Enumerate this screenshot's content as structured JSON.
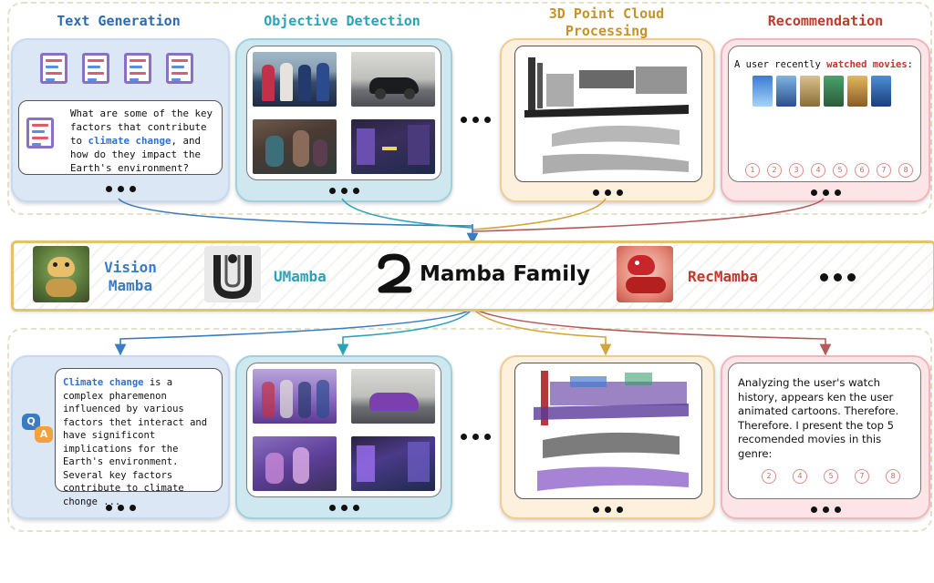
{
  "columns": [
    {
      "title": "Text Generation",
      "color": "#2b6cb0"
    },
    {
      "title": "Objective Detection",
      "color": "#2aa3b8"
    },
    {
      "title": "3D Point Cloud\nProcessing",
      "color": "#c8922a"
    },
    {
      "title": "Recommendation",
      "color": "#c0392b"
    }
  ],
  "text_gen": {
    "question_pre": "What are some of the key factors that contribute to ",
    "question_hl": "climate change",
    "question_post": ", and how do they impact the Earth's environment?"
  },
  "recommend": {
    "prompt_pre": "A user recently ",
    "prompt_hl": "watched movies",
    "prompt_post": ":",
    "numbers_top": [
      "1",
      "2",
      "3",
      "4",
      "5",
      "6",
      "7",
      "8"
    ],
    "numbers_bottom": [
      "2",
      "4",
      "5",
      "7",
      "8"
    ],
    "answer": "Analyzing the user's watch history, appears ken the user animated cartoons. Therefore. Therefore. I present the top 5 recomended movies in this genre:"
  },
  "family": {
    "vision": "Vision\nMamba",
    "umamba": "UMamba",
    "title": "Mamba Family",
    "recmamba": "RecMamba",
    "more": "●●●"
  },
  "answer_text": {
    "hl": "Climate change",
    "rest": " is a complex pharemenon influenced by various factors thet interact and have significont implications for the Earth's environment. Several key factors contribute to climate chonge ..."
  },
  "qa_icon": {
    "q": "Q",
    "a": "A"
  },
  "ellipsis": "●●●",
  "colors": {
    "arrow_blue": "#3a7cc4",
    "arrow_teal": "#2aa3b8",
    "arrow_gold": "#d4a53a",
    "arrow_red": "#b55a5a",
    "band_border": "#e3c36c"
  }
}
